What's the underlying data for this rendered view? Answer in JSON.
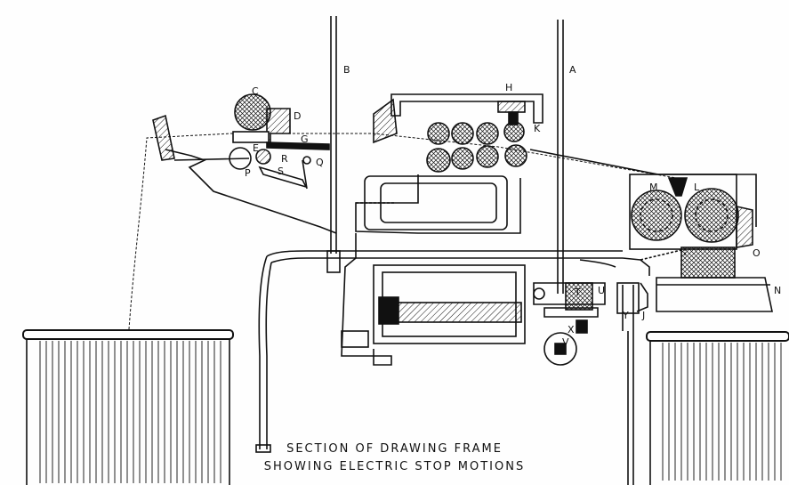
{
  "caption": {
    "line1": "SECTION OF DRAWING FRAME",
    "line2": "SHOWING ELECTRIC STOP MOTIONS"
  },
  "labels": {
    "A": "A",
    "B": "B",
    "C": "C",
    "D": "D",
    "E": "E",
    "G": "G",
    "H": "H",
    "K": "K",
    "L": "L",
    "M": "M",
    "N": "N",
    "O": "O",
    "P": "P",
    "Q": "Q",
    "R": "R",
    "S": "S",
    "T": "T",
    "V": "V",
    "X": "X",
    "Y": "Y",
    "J": "J",
    "U": "U"
  },
  "colors": {
    "ink": "#111111",
    "paper": "#fefefe"
  }
}
